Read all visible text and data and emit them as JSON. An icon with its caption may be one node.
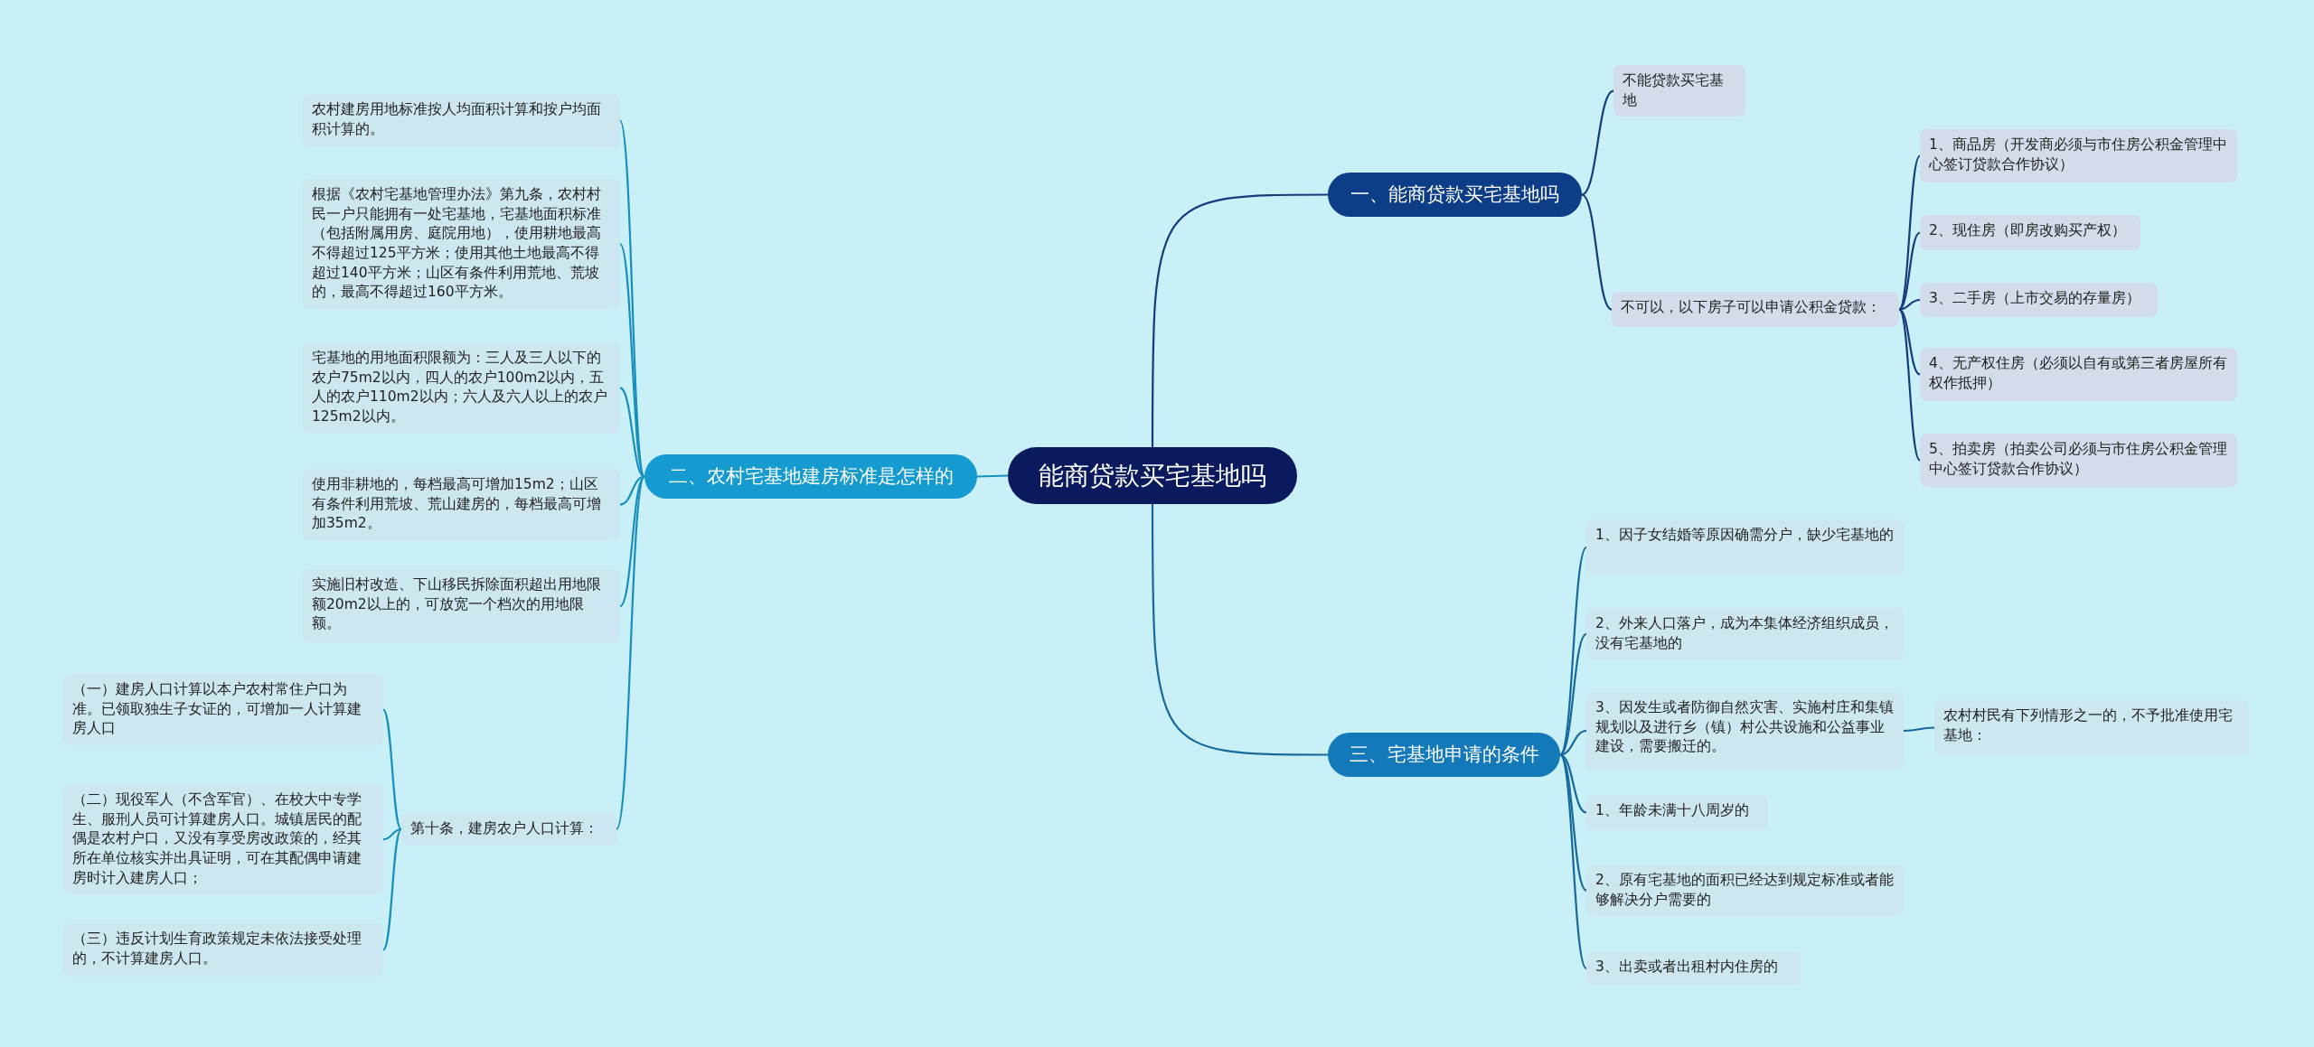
{
  "diagram": {
    "nodes": [
      {
        "text": [
          "能商贷款买宅基地吗"
        ]
      },
      {
        "text": [
          "一、能商贷款买宅基地吗"
        ]
      },
      {
        "text": [
          "不能贷款买宅基地"
        ]
      },
      {
        "text": [
          "不可以，以下房子可以申请公积金贷款："
        ]
      },
      {
        "text": [
          "1、商品房（开发商必须与市住房公积金管理中心签订贷款合作协议）"
        ]
      },
      {
        "text": [
          "2、现住房（即房改购买产权）"
        ]
      },
      {
        "text": [
          "3、二手房（上市交易的存量房）"
        ]
      },
      {
        "text": [
          "4、无产权住房（必须以自有或第三者房屋所有权作抵押）"
        ]
      },
      {
        "text": [
          "5、拍卖房（拍卖公司必须与市住房公积金管理中心签订贷款合作协议）"
        ]
      },
      {
        "text": [
          "二、农村宅基地建房标准是怎样的"
        ]
      },
      {
        "text": [
          "农村建房用地标准按人均面积计算和按户均面积计算的。"
        ]
      },
      {
        "text": [
          "根据《农村宅基地管理办法》第九条，农村村民一户只能拥有一处宅基地，宅基地面积标准（包括附属用房、庭院用地），使用耕地最高不得超过125平方米；使用其他土地最高不得超过140平方米；山区有条件利用荒地、荒坡的，最高不得超过160平方米。"
        ]
      },
      {
        "text": [
          "宅基地的用地面积限额为：三人及三人以下的农户75m2以内，四人的农户100m2以内，五人的农户110m2以内；六人及六人以上的农户125m2以内。"
        ]
      },
      {
        "text": [
          "使用非耕地的，每档最高可增加15m2；山区有条件利用荒坡、荒山建房的，每档最高可增加35m2。"
        ]
      },
      {
        "text": [
          "实施旧村改造、下山移民拆除面积超出用地限额20m2以上的，可放宽一个档次的用地限额。"
        ]
      },
      {
        "text": [
          "第十条，建房农户人口计算："
        ]
      },
      {
        "text": [
          "（一）建房人口计算以本户农村常住户口为准。已领取独生子女证的，可增加一人计算建房人口"
        ]
      },
      {
        "text": [
          "（二）现役军人（不含军官）、在校大中专学生、服刑人员可计算建房人口。城镇居民的配偶是农村户口，又没有享受房改政策的，经其所在单位核实并出具证明，可在其配偶申请建房时计入建房人口；"
        ]
      },
      {
        "text": [
          "（三）违反计划生育政策规定未依法接受处理的，不计算建房人口。"
        ]
      },
      {
        "text": [
          "三、宅基地申请的条件"
        ]
      },
      {
        "text": [
          "1、因子女结婚等原因确需分户，缺少宅基地的"
        ]
      },
      {
        "text": [
          "2、外来人口落户，成为本集体经济组织成员，没有宅基地的"
        ]
      },
      {
        "text": [
          "3、因发生或者防御自然灾害、实施村庄和集镇规划以及进行乡（镇）村公共设施和公益事业建设，需要搬迁的。"
        ]
      },
      {
        "text": [
          "农村村民有下列情形之一的，不予批准使用宅基地："
        ]
      },
      {
        "text": [
          "1、年龄未满十八周岁的"
        ]
      },
      {
        "text": [
          "2、原有宅基地的面积已经达到规定标准或者能够解决分户需要的"
        ]
      },
      {
        "text": [
          "3、出卖或者出租村内住房的"
        ]
      }
    ],
    "edges": [
      {
        "from": 0,
        "to": 1,
        "arrow": "none",
        "color": "#123c7c"
      },
      {
        "from": 1,
        "to": 2,
        "arrow": "none",
        "color": "#123c7c"
      },
      {
        "from": 1,
        "to": 3,
        "arrow": "none",
        "color": "#123c7c"
      },
      {
        "from": 3,
        "to": 4,
        "arrow": "none",
        "color": "#123c7c"
      },
      {
        "from": 3,
        "to": 5,
        "arrow": "none",
        "color": "#123c7c"
      },
      {
        "from": 3,
        "to": 6,
        "arrow": "none",
        "color": "#123c7c"
      },
      {
        "from": 3,
        "to": 7,
        "arrow": "none",
        "color": "#123c7c"
      },
      {
        "from": 3,
        "to": 8,
        "arrow": "none",
        "color": "#123c7c"
      },
      {
        "from": 0,
        "to": 9,
        "arrow": "none"
      },
      {
        "from": 9,
        "to": 10,
        "arrow": "none"
      },
      {
        "from": 9,
        "to": 11,
        "arrow": "none"
      },
      {
        "from": 9,
        "to": 12,
        "arrow": "none"
      },
      {
        "from": 9,
        "to": 13,
        "arrow": "none"
      },
      {
        "from": 9,
        "to": 14,
        "arrow": "none"
      },
      {
        "from": 9,
        "to": 15,
        "arrow": "none"
      },
      {
        "from": 15,
        "to": 16,
        "arrow": "none"
      },
      {
        "from": 15,
        "to": 17,
        "arrow": "none"
      },
      {
        "from": 15,
        "to": 18,
        "arrow": "none"
      },
      {
        "from": 0,
        "to": 19,
        "arrow": "none",
        "color": "#16699c"
      },
      {
        "from": 19,
        "to": 20,
        "arrow": "none",
        "color": "#16699c"
      },
      {
        "from": 19,
        "to": 21,
        "arrow": "none",
        "color": "#16699c"
      },
      {
        "from": 19,
        "to": 22,
        "arrow": "none",
        "color": "#16699c"
      },
      {
        "from": 22,
        "to": 23,
        "arrow": "none",
        "color": "#16699c"
      },
      {
        "from": 19,
        "to": 24,
        "arrow": "none",
        "color": "#16699c"
      },
      {
        "from": 19,
        "to": 25,
        "arrow": "none",
        "color": "#16699c"
      },
      {
        "from": 19,
        "to": 26,
        "arrow": "none",
        "color": "#16699c"
      }
    ]
  }
}
